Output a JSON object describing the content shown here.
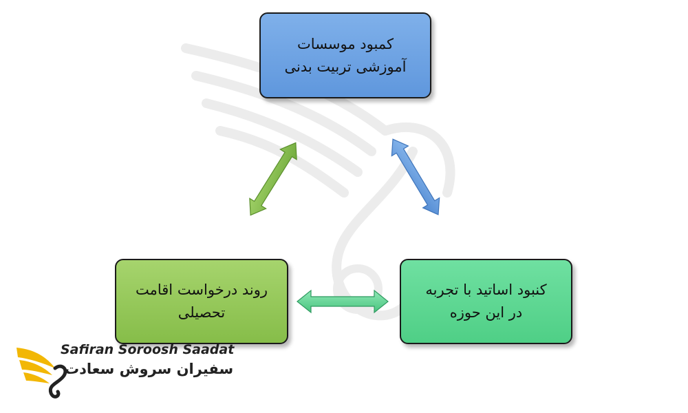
{
  "nodes": {
    "top": {
      "line1": "کمبود موسسات",
      "line2": "آموزشی تربیت بدنی",
      "color": "#6aa2e4"
    },
    "left": {
      "line1": "روند درخواست اقامت",
      "line2": "تحصیلی",
      "color": "#93c85a"
    },
    "right": {
      "line1": "کنبود اساتید با تجربه",
      "line2": "در این حوزه",
      "color": "#5cd694"
    }
  },
  "arrows": [
    {
      "from": "top",
      "to": "left",
      "color": "#7bbd4c"
    },
    {
      "from": "top",
      "to": "right",
      "color": "#6aa2e4"
    },
    {
      "from": "left",
      "to": "right",
      "color": "#5cd694"
    }
  ],
  "logo": {
    "name_en": "Safiran Soroosh Saadat",
    "name_fa": "سفیران سروش سعادت",
    "accent": "#f2b705"
  }
}
